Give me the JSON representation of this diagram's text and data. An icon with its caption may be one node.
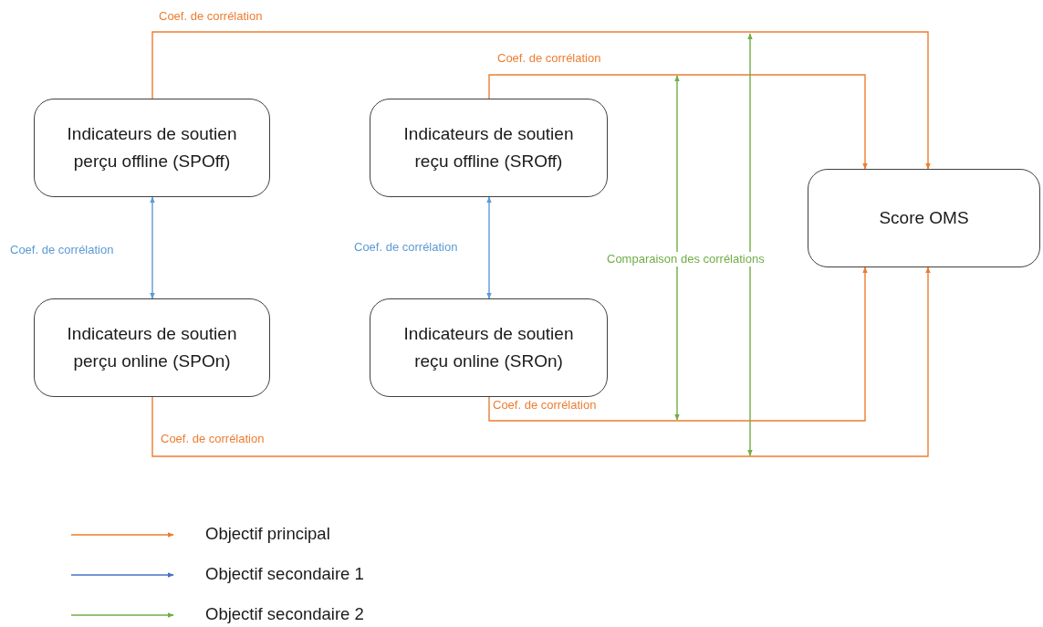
{
  "diagram": {
    "nodes": [
      {
        "text": [
          "Indicateurs de soutien perçu offline (SPOff)"
        ]
      },
      {
        "text": [
          "Indicateurs de soutien reçu offline (SROff)"
        ]
      },
      {
        "text": [
          "Score OMS"
        ]
      },
      {
        "text": [
          "Indicateurs de soutien perçu online (SPOn)"
        ]
      },
      {
        "text": [
          "Indicateurs de soutien reçu online (SROn)"
        ]
      }
    ],
    "edges": [
      {
        "from": 0,
        "to": 2,
        "arrow": "to",
        "label": "Coef. de corrélation"
      },
      {
        "from": 1,
        "to": 2,
        "arrow": "to",
        "label": "Coef. de corrélation"
      },
      {
        "from": 0,
        "to": 3,
        "arrow": "both",
        "label": "Coef. de corrélation",
        "color": "#5b9bd5"
      },
      {
        "from": 1,
        "to": 4,
        "arrow": "both",
        "label": "Coef. de corrélation",
        "color": "#5b9bd5"
      },
      {
        "from": 4,
        "to": 2,
        "arrow": "to",
        "label": "Coef. de corrélation"
      },
      {
        "from": 3,
        "to": 2,
        "arrow": "to",
        "label": "Coef. de corrélation"
      }
    ],
    "labels": [
      "Comparaison des corrélations"
    ],
    "legend": [
      {
        "text": "Objectif principal"
      },
      {
        "text": "Objectif secondaire 1"
      },
      {
        "text": "Objectif secondaire 2"
      }
    ]
  }
}
